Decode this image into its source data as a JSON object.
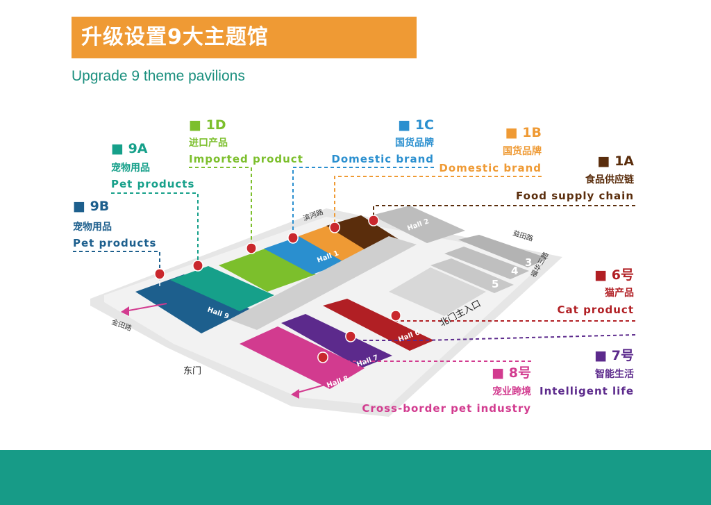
{
  "header": {
    "title": "升级设置9大主题馆",
    "subtitle": "Upgrade 9 theme pavilions"
  },
  "colors": {
    "banner": "#ef9a34",
    "subtitle": "#1a8f7e",
    "footer": "#179b87",
    "9B": "#1d5f8d",
    "9A": "#16a08a",
    "1D": "#7cbf2c",
    "1C": "#2a8fcf",
    "1B": "#ef9a34",
    "1A": "#5a2d0c",
    "6": "#b11f24",
    "7": "#5c2a8c",
    "8": "#d23b8f"
  },
  "pavilions": [
    {
      "id": "9B",
      "code": "9B",
      "cn": "宠物用品",
      "en": "Pet products"
    },
    {
      "id": "9A",
      "code": "9A",
      "cn": "宠物用品",
      "en": "Pet products"
    },
    {
      "id": "1D",
      "code": "1D",
      "cn": "进口产品",
      "en": "Imported product"
    },
    {
      "id": "1C",
      "code": "1C",
      "cn": "国货品牌",
      "en": "Domestic brand"
    },
    {
      "id": "1B",
      "code": "1B",
      "cn": "国货品牌",
      "en": "Domestic brand"
    },
    {
      "id": "1A",
      "code": "1A",
      "cn": "食品供应链",
      "en": "Food supply chain"
    },
    {
      "id": "6",
      "code": "6号",
      "cn": "猫产品",
      "en": "Cat product"
    },
    {
      "id": "7",
      "code": "7号",
      "cn": "智能生活",
      "en": "Intelligent life"
    },
    {
      "id": "8",
      "code": "8号",
      "cn": "宠业跨境",
      "en": "Cross-border pet industry"
    }
  ],
  "map": {
    "roads": {
      "binhe": "滨河路",
      "yitian": "益田路",
      "fuhua": "福华三路",
      "jintian": "金田路"
    },
    "halls": {
      "h1": "Hall 1",
      "h2": "Hall 2",
      "h6": "Hall 6",
      "h7": "Hall 7",
      "h8": "Hall 8",
      "h9": "Hall 9",
      "n3": "3",
      "n4": "4",
      "n5": "5"
    },
    "gates": {
      "east": "东门",
      "north": "北门主入口"
    }
  }
}
